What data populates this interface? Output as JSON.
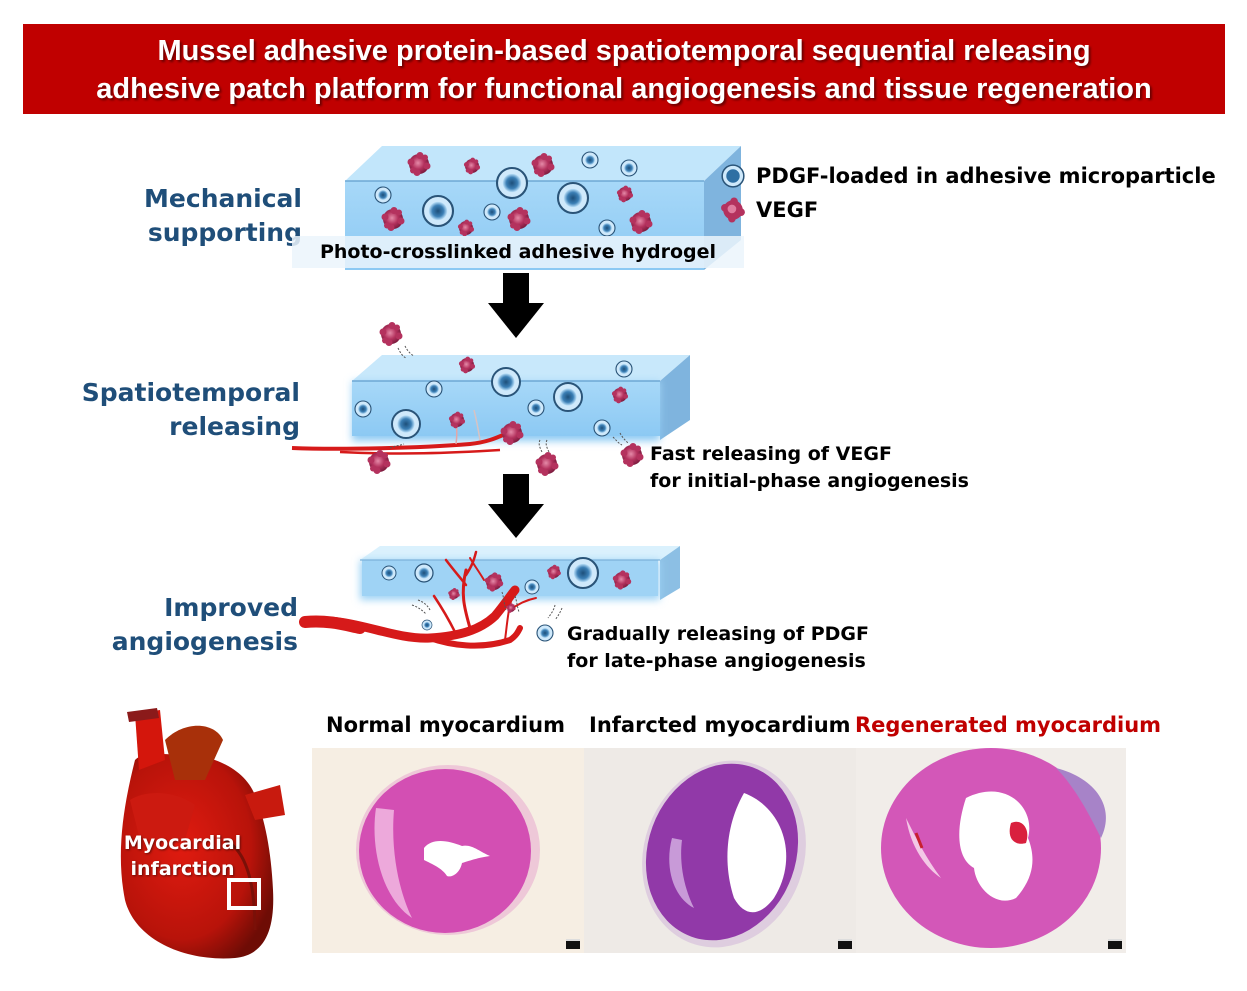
{
  "title": {
    "line1": "Mussel adhesive protein-based spatiotemporal sequential releasing",
    "line2": "adhesive patch platform for functional angiogenesis and tissue regeneration",
    "background_color": "#c00000"
  },
  "legend": {
    "items": [
      {
        "icon": "pdgf-microparticle-icon",
        "label": "PDGF-loaded in adhesive microparticle"
      },
      {
        "icon": "vegf-icon",
        "label": "VEGF"
      }
    ]
  },
  "stages": [
    {
      "label_line1": "Mechanical",
      "label_line2": "supporting",
      "caption": "Photo-crosslinked adhesive hydrogel"
    },
    {
      "label_line1": "Spatiotemporal",
      "label_line2": "releasing",
      "note_line1": "Fast releasing of VEGF",
      "note_line2": "for initial-phase angiogenesis"
    },
    {
      "label_line1": "Improved",
      "label_line2": "angiogenesis",
      "note_line1": "Gradually releasing of PDGF",
      "note_line2": "for late-phase angiogenesis"
    }
  ],
  "heart": {
    "label_line1": "Myocardial",
    "label_line2": "infarction"
  },
  "panels": [
    {
      "title": "Normal myocardium",
      "color": "#000000"
    },
    {
      "title": "Infarcted myocardium",
      "color": "#000000"
    },
    {
      "title": "Regenerated myocardium",
      "color": "#c00000"
    }
  ],
  "colors": {
    "stage_label": "#1f4e79",
    "hydrogel": "#9fd3f5",
    "pdgf": "#2e6fa3",
    "vegf": "#b0305a",
    "vessel": "#d61a1a",
    "he_stain": "#d65bc0"
  }
}
